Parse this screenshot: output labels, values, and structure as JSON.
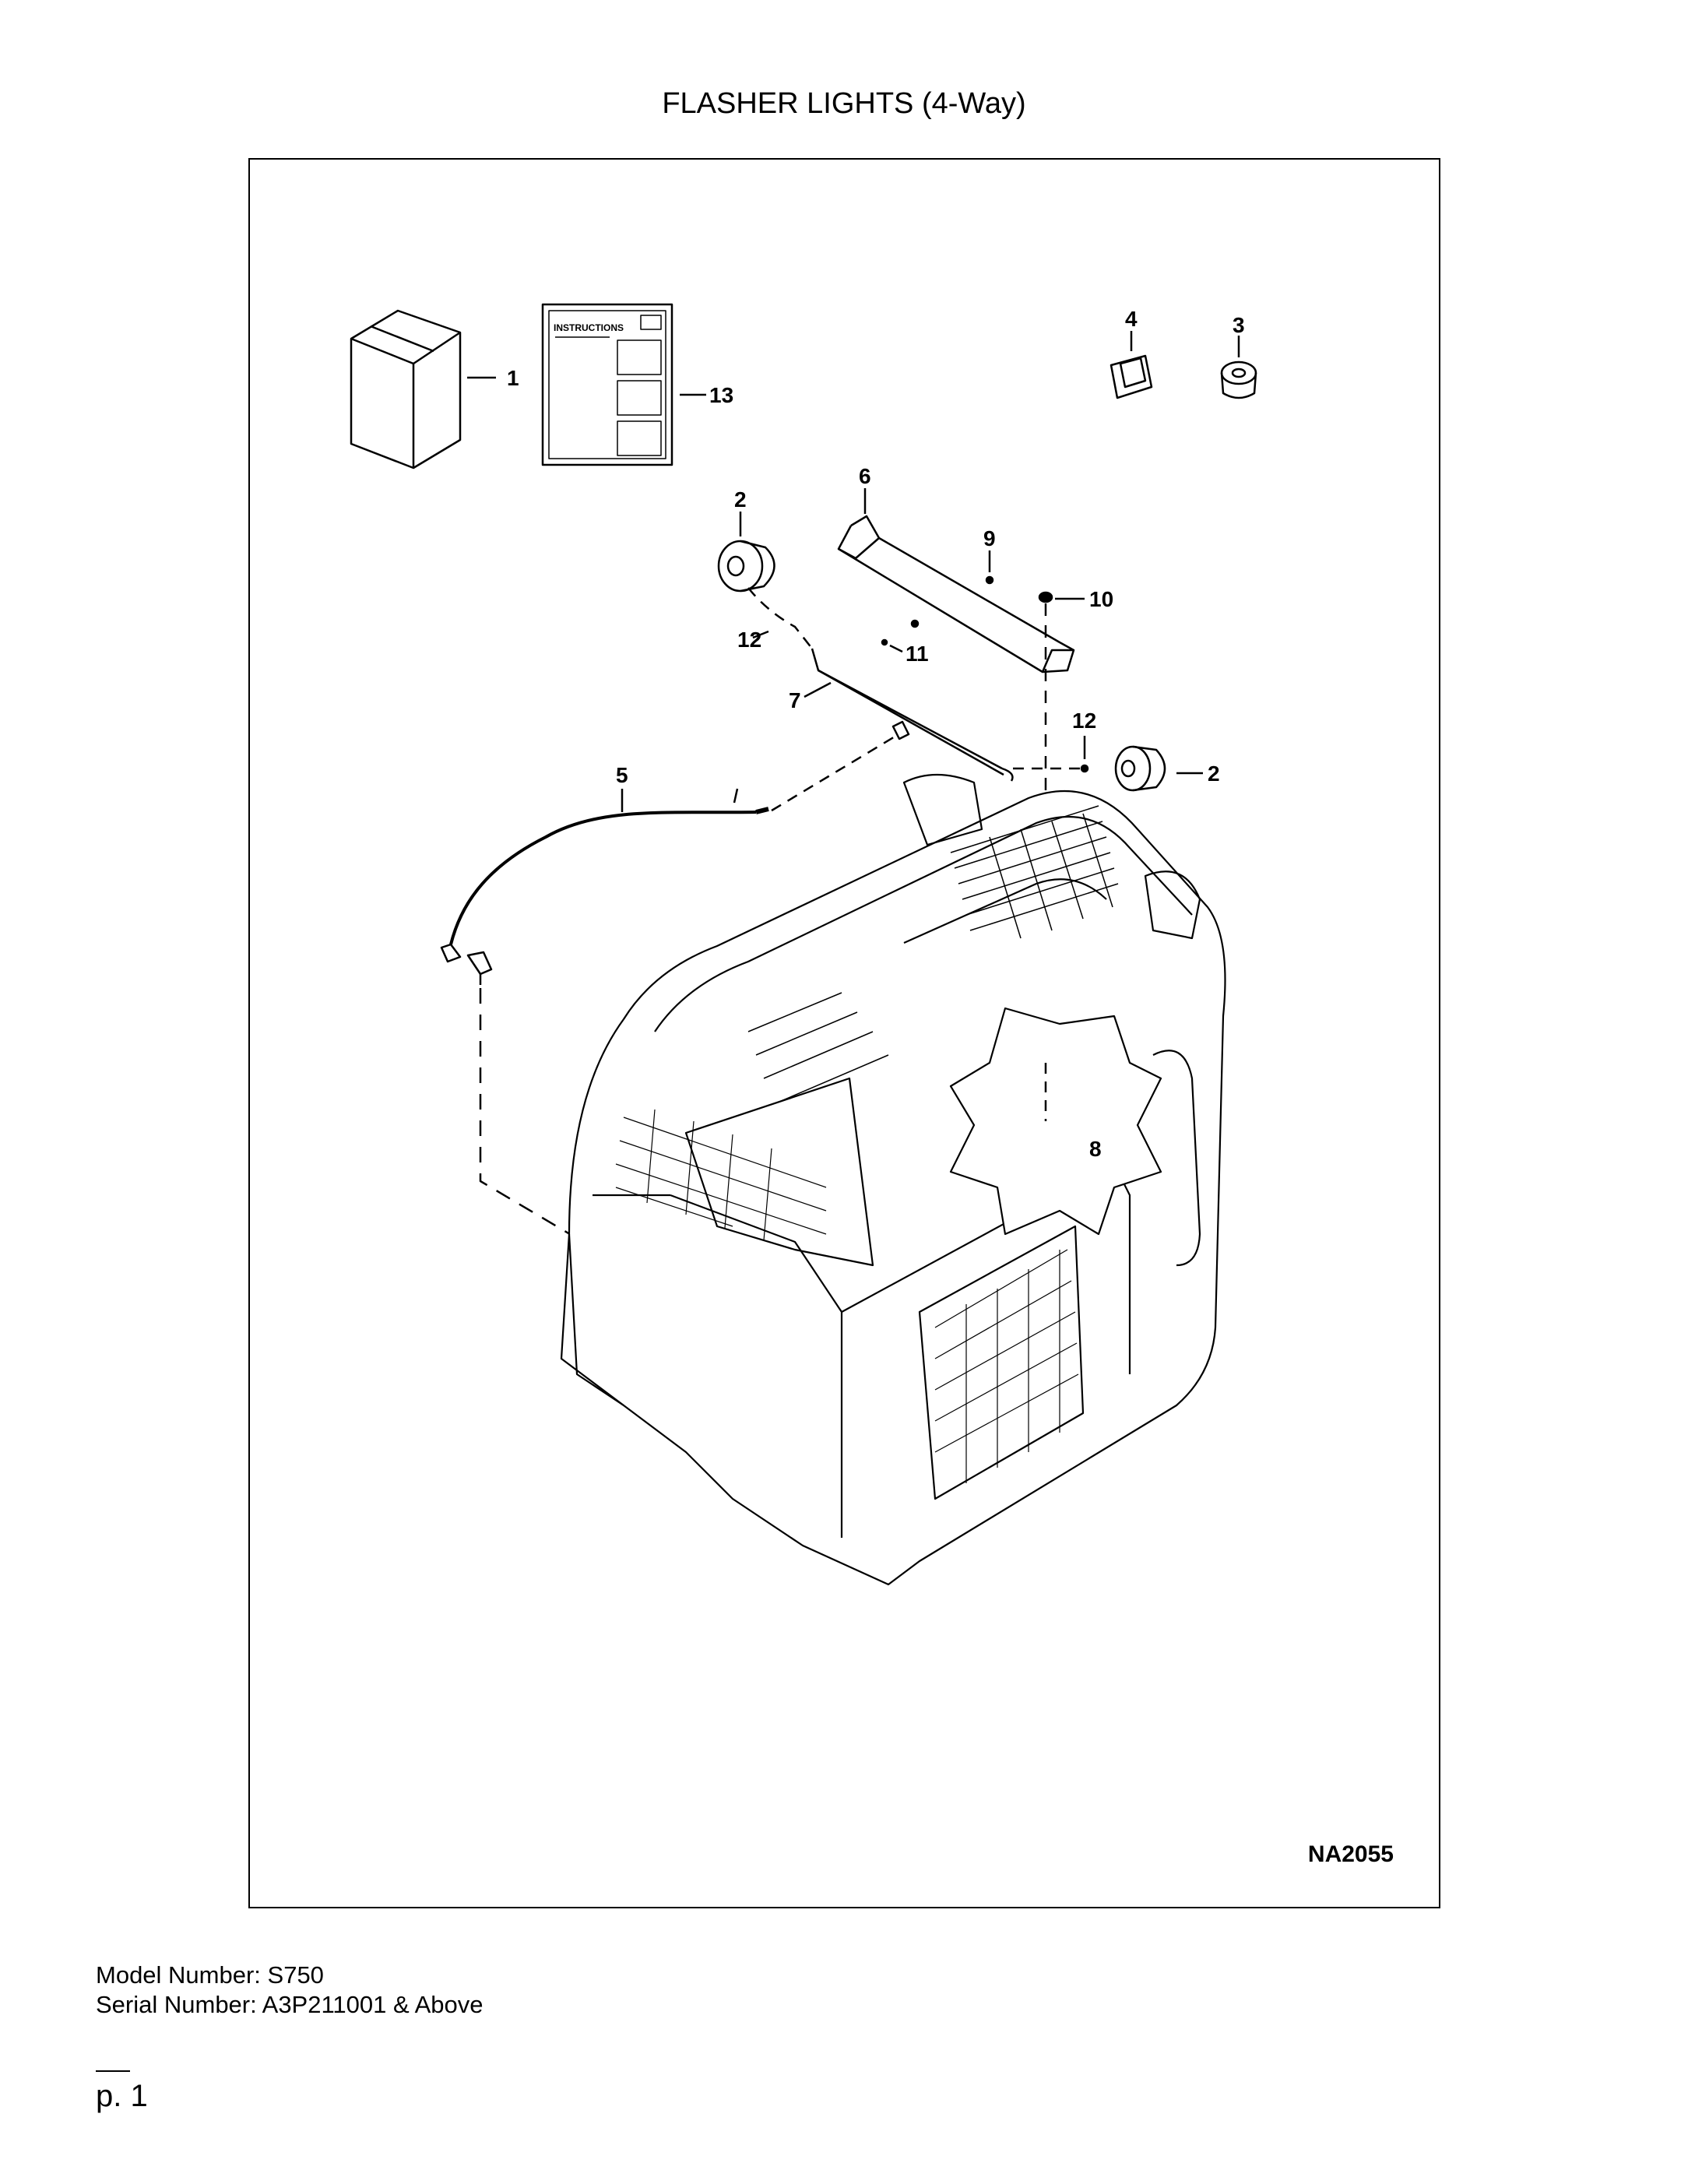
{
  "document": {
    "title": "FLASHER LIGHTS (4-Way)",
    "figure_ref": "NA2055",
    "model_line": "Model Number: S750",
    "serial_line": "Serial Number: A3P211001 & Above",
    "page_number": "p. 1"
  },
  "diagram": {
    "instructions_label": "INSTRUCTIONS",
    "callouts": {
      "c1": "1",
      "c13": "13",
      "c4": "4",
      "c3": "3",
      "c2a": "2",
      "c6": "6",
      "c9": "9",
      "c10": "10",
      "c12a": "12",
      "c11": "11",
      "c7": "7",
      "c12b": "12",
      "c2b": "2",
      "c5": "5",
      "c8": "8"
    }
  }
}
